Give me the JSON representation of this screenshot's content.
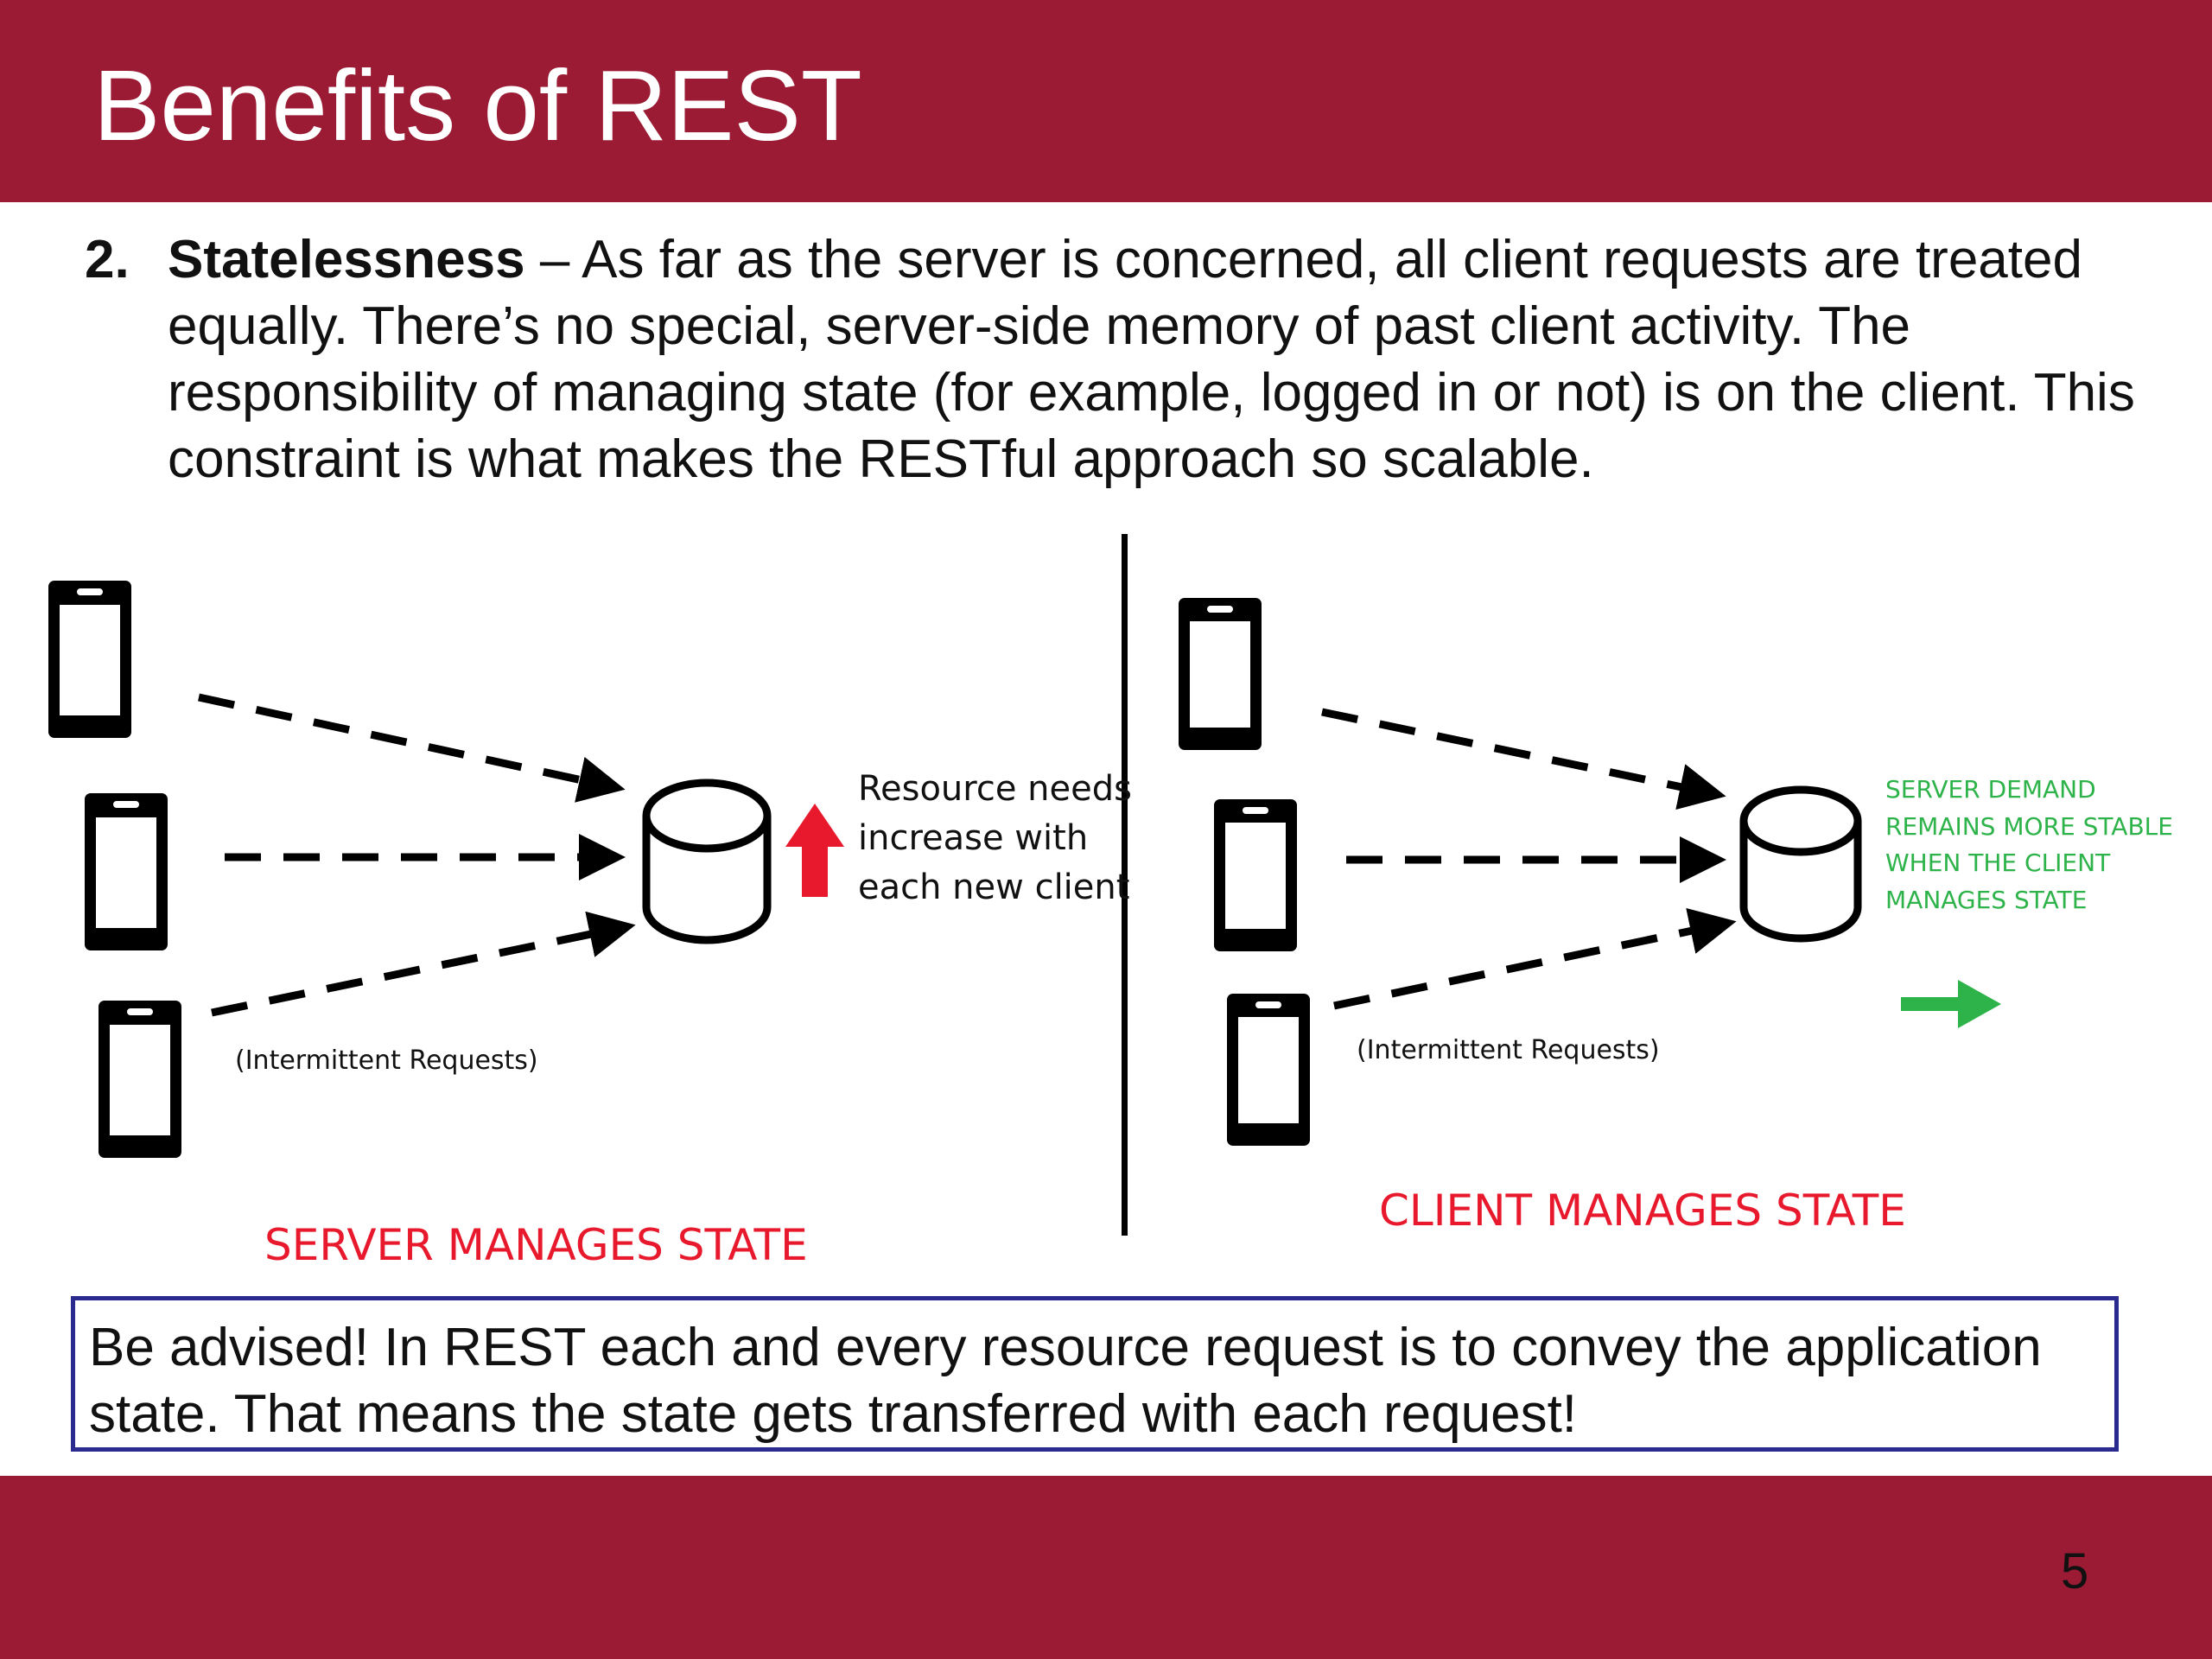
{
  "slide": {
    "title": "Benefits of REST",
    "page_number": "5"
  },
  "point": {
    "number": "2.",
    "term": "Statelessness",
    "text": " – As far as the server is concerned, all client requests are treated equally.  There’s no special, server-side memory of past client activity.  The responsibility of managing state (for example, logged in or not) is on the client.  This constraint is what makes the RESTful approach so scalable."
  },
  "diagram": {
    "left": {
      "resource_note": "Resource needs increase with each new client",
      "requests_label": "(Intermittent Requests)",
      "title": "SERVER MANAGES STATE"
    },
    "right": {
      "demand_note": "SERVER DEMAND REMAINS MORE STABLE WHEN THE CLIENT MANAGES STATE",
      "requests_label": "(Intermittent Requests)",
      "title": "CLIENT MANAGES STATE"
    },
    "colors": {
      "red": "#e8192c",
      "green": "#2db34a",
      "bar": "#9b1b34",
      "box_border": "#2b2a8f"
    }
  },
  "advisory": {
    "text": "Be advised!  In REST each and every resource request is to convey the application state.  That means the state gets transferred with each request!"
  }
}
